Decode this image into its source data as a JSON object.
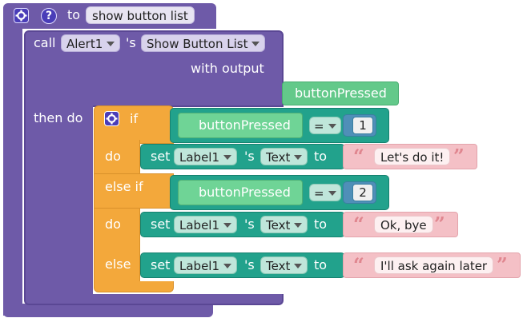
{
  "header": {
    "to_label": "to",
    "procedure_name": "show button list"
  },
  "call": {
    "call_label": "call",
    "component": "Alert1",
    "possessive": "'s",
    "method": "Show Button List",
    "with_output_label": "with output",
    "output_param": "buttonPressed",
    "then_do_label": "then do"
  },
  "if_block": {
    "if_label": "if",
    "do_label": "do",
    "else_if_label": "else if",
    "else_label": "else",
    "conditions": [
      {
        "variable": "buttonPressed",
        "operator": "=",
        "value": "1"
      },
      {
        "variable": "buttonPressed",
        "operator": "=",
        "value": "2"
      }
    ],
    "actions": [
      {
        "set_label": "set",
        "component": "Label1",
        "possessive": "'s",
        "property": "Text",
        "to_label": "to",
        "text": "Let's do it!"
      },
      {
        "set_label": "set",
        "component": "Label1",
        "possessive": "'s",
        "property": "Text",
        "to_label": "to",
        "text": "Ok, bye"
      },
      {
        "set_label": "set",
        "component": "Label1",
        "possessive": "'s",
        "property": "Text",
        "to_label": "to",
        "text": "I'll ask again later"
      }
    ]
  },
  "quotes": {
    "open": "“",
    "close": "”"
  },
  "icons": {
    "gear": "gear-icon",
    "help": "question-icon",
    "mutator": "gear-icon"
  },
  "colors": {
    "procedure": "#6e5aa8",
    "control": "#f3a83b",
    "setter": "#22a28c",
    "variable": "#63c98a",
    "text": "#f4c0c6",
    "math": "#4f8fb8"
  }
}
